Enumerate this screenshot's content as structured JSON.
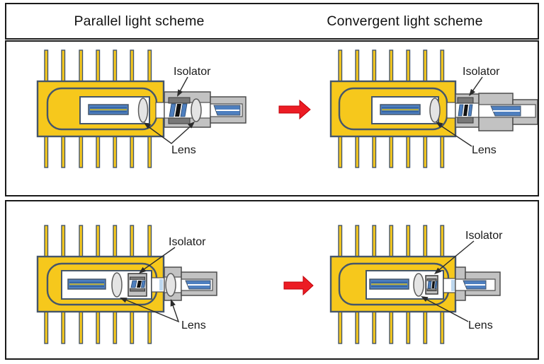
{
  "header": {
    "left_title": "Parallel light scheme",
    "right_title": "Convergent light scheme"
  },
  "labels": {
    "isolator": "Isolator",
    "lens": "Lens"
  },
  "colors": {
    "package_yellow": "#F6C81C",
    "outline_dark": "#45566A",
    "metal_grey": "#C2C2C2",
    "metal_dark_grey": "#787878",
    "lens_grey": "#E4E4E4",
    "fiber_blue": "#4E7FBF",
    "chip_line_navy": "#2B5C9E",
    "chip_stripe_olive": "#B7AC3E",
    "isolator_black": "#121212",
    "arrow_red": "#EC1C24",
    "border_black": "#1A1A1A",
    "label_text": "#1A1A1A"
  }
}
